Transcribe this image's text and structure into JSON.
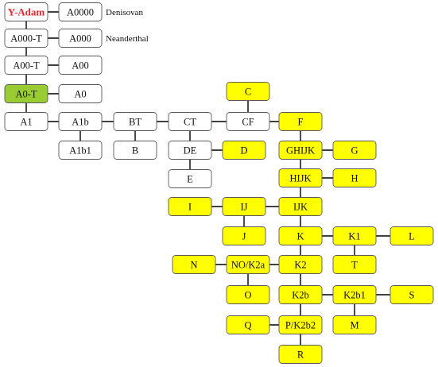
{
  "colors": {
    "white": "#ffffff",
    "yellow": "#ffff00",
    "green": "#99cc33",
    "title_red": "#e0282e"
  },
  "nodes": {
    "y_adam": {
      "label": "Y-Adam",
      "fill": "white"
    },
    "a0000": {
      "label": "A0000",
      "fill": "white"
    },
    "a000t": {
      "label": "A000-T",
      "fill": "white"
    },
    "a000": {
      "label": "A000",
      "fill": "white"
    },
    "a00t": {
      "label": "A00-T",
      "fill": "white"
    },
    "a00": {
      "label": "A00",
      "fill": "white"
    },
    "a0t": {
      "label": "A0-T",
      "fill": "green"
    },
    "a0": {
      "label": "A0",
      "fill": "white"
    },
    "a1": {
      "label": "A1",
      "fill": "white"
    },
    "a1b": {
      "label": "A1b",
      "fill": "white"
    },
    "a1b1": {
      "label": "A1b1",
      "fill": "white"
    },
    "bt": {
      "label": "BT",
      "fill": "white"
    },
    "b": {
      "label": "B",
      "fill": "white"
    },
    "ct": {
      "label": "CT",
      "fill": "white"
    },
    "de": {
      "label": "DE",
      "fill": "white"
    },
    "d": {
      "label": "D",
      "fill": "yellow"
    },
    "e": {
      "label": "E",
      "fill": "white"
    },
    "cf": {
      "label": "CF",
      "fill": "white"
    },
    "c": {
      "label": "C",
      "fill": "yellow"
    },
    "f": {
      "label": "F",
      "fill": "yellow"
    },
    "ghijk": {
      "label": "GHIJK",
      "fill": "yellow"
    },
    "g": {
      "label": "G",
      "fill": "yellow"
    },
    "hijk": {
      "label": "HIJK",
      "fill": "yellow"
    },
    "h": {
      "label": "H",
      "fill": "yellow"
    },
    "ijk": {
      "label": "IJK",
      "fill": "yellow"
    },
    "ij": {
      "label": "IJ",
      "fill": "yellow"
    },
    "i": {
      "label": "I",
      "fill": "yellow"
    },
    "j": {
      "label": "J",
      "fill": "yellow"
    },
    "k": {
      "label": "K",
      "fill": "yellow"
    },
    "k1": {
      "label": "K1",
      "fill": "yellow"
    },
    "l": {
      "label": "L",
      "fill": "yellow"
    },
    "t": {
      "label": "T",
      "fill": "yellow"
    },
    "k2": {
      "label": "K2",
      "fill": "yellow"
    },
    "nok2a": {
      "label": "NO/K2a",
      "fill": "yellow"
    },
    "n": {
      "label": "N",
      "fill": "yellow"
    },
    "o": {
      "label": "O",
      "fill": "yellow"
    },
    "k2b": {
      "label": "K2b",
      "fill": "yellow"
    },
    "k2b1": {
      "label": "K2b1",
      "fill": "yellow"
    },
    "s": {
      "label": "S",
      "fill": "yellow"
    },
    "m": {
      "label": "M",
      "fill": "yellow"
    },
    "pk2b2": {
      "label": "P/K2b2",
      "fill": "yellow"
    },
    "q": {
      "label": "Q",
      "fill": "yellow"
    },
    "r": {
      "label": "R",
      "fill": "yellow"
    }
  },
  "side_labels": {
    "denisovan": "Denisovan",
    "neanderthal": "Neanderthal"
  }
}
